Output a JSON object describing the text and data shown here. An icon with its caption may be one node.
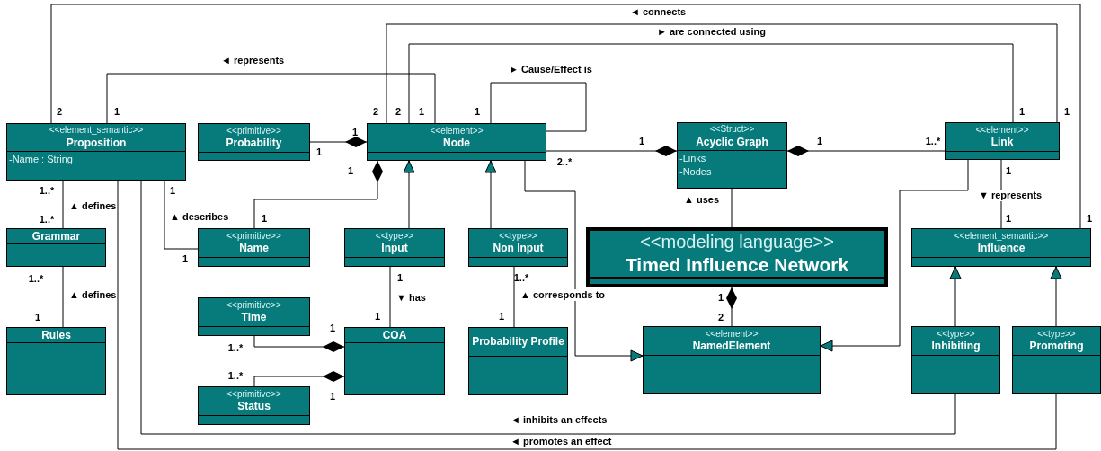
{
  "diagram": {
    "nodes": [
      {
        "text": [
          "<<element_semantic>>",
          "Proposition",
          "-Name : String"
        ]
      },
      {
        "text": [
          "<<primitive>>",
          "Probability"
        ]
      },
      {
        "text": [
          "<<element>>",
          "Node"
        ]
      },
      {
        "text": [
          "<<Struct>>",
          "Acyclic Graph",
          "-Links",
          "-Nodes"
        ]
      },
      {
        "text": [
          "<<element>>",
          "Link"
        ]
      },
      {
        "text": [
          "Grammar"
        ]
      },
      {
        "text": [
          "<<primitive>>",
          "Name"
        ]
      },
      {
        "text": [
          "<<type>>",
          "Input"
        ]
      },
      {
        "text": [
          "<<type>>",
          "Non Input"
        ]
      },
      {
        "text": [
          "<<modeling language>>",
          "Timed Influence Network"
        ]
      },
      {
        "text": [
          "<<element_semantic>>",
          "Influence"
        ]
      },
      {
        "text": [
          "Rules"
        ]
      },
      {
        "text": [
          "<<primitive>>",
          "Time"
        ]
      },
      {
        "text": [
          "COA"
        ]
      },
      {
        "text": [
          "Probability Profile"
        ]
      },
      {
        "text": [
          "<<element>>",
          "NamedElement"
        ]
      },
      {
        "text": [
          "<<type>>",
          "Inhibiting"
        ]
      },
      {
        "text": [
          "<<type>>",
          "Promoting"
        ]
      },
      {
        "text": [
          "<<primitive>>",
          "Status"
        ]
      }
    ],
    "edges": [
      {
        "from": 0,
        "to": 10,
        "arrow": "none",
        "label": "◄ connects"
      },
      {
        "from": 2,
        "to": 4,
        "arrow": "none",
        "label": "► are connected using"
      },
      {
        "from": 2,
        "to": 4,
        "arrow": "none"
      },
      {
        "from": 0,
        "to": 2,
        "arrow": "none",
        "label": "◄ represents"
      },
      {
        "from": 2,
        "to": 2,
        "arrow": "none",
        "label": "► Cause/Effect is"
      },
      {
        "from": 1,
        "to": 2,
        "arrow": "other"
      },
      {
        "from": 2,
        "to": 3,
        "arrow": "other"
      },
      {
        "from": 4,
        "to": 3,
        "arrow": "other"
      },
      {
        "from": 6,
        "to": 2,
        "arrow": "other"
      },
      {
        "from": 7,
        "to": 2,
        "arrow": "to"
      },
      {
        "from": 8,
        "to": 2,
        "arrow": "to"
      },
      {
        "from": 2,
        "to": 15,
        "arrow": "to"
      },
      {
        "from": 4,
        "to": 15,
        "arrow": "to"
      },
      {
        "from": 4,
        "to": 10,
        "arrow": "none",
        "label": "▼ represents"
      },
      {
        "from": 3,
        "to": 9,
        "arrow": "none",
        "label": "▲ uses"
      },
      {
        "from": 15,
        "to": 9,
        "arrow": "other"
      },
      {
        "from": 0,
        "to": 5,
        "arrow": "none",
        "label": "▲ defines"
      },
      {
        "from": 5,
        "to": 11,
        "arrow": "none",
        "label": "▲ defines"
      },
      {
        "from": 0,
        "to": 6,
        "arrow": "none",
        "label": "▲ describes"
      },
      {
        "from": 7,
        "to": 13,
        "arrow": "none",
        "label": "▼ has"
      },
      {
        "from": 8,
        "to": 14,
        "arrow": "none",
        "label": "▲ corresponds to"
      },
      {
        "from": 12,
        "to": 13,
        "arrow": "other"
      },
      {
        "from": 18,
        "to": 13,
        "arrow": "other"
      },
      {
        "from": 0,
        "to": 16,
        "arrow": "none",
        "label": "◄ inhibits an effects"
      },
      {
        "from": 0,
        "to": 17,
        "arrow": "none",
        "label": "◄ promotes an effect"
      },
      {
        "from": 16,
        "to": 10,
        "arrow": "to"
      },
      {
        "from": 17,
        "to": 10,
        "arrow": "to"
      }
    ],
    "labels": [
      "2",
      "1",
      "2",
      "2",
      "1",
      "1",
      "1",
      "1",
      "1",
      "1",
      "1",
      "1",
      "1..*",
      "2..*",
      "1",
      "1",
      "1..*",
      "1",
      "1..*",
      "1",
      "1",
      "1",
      "1",
      "1..*",
      "1",
      "1..*",
      "1",
      "1",
      "1",
      "1",
      "2",
      "1",
      "1..*",
      "1..*",
      "1"
    ]
  }
}
